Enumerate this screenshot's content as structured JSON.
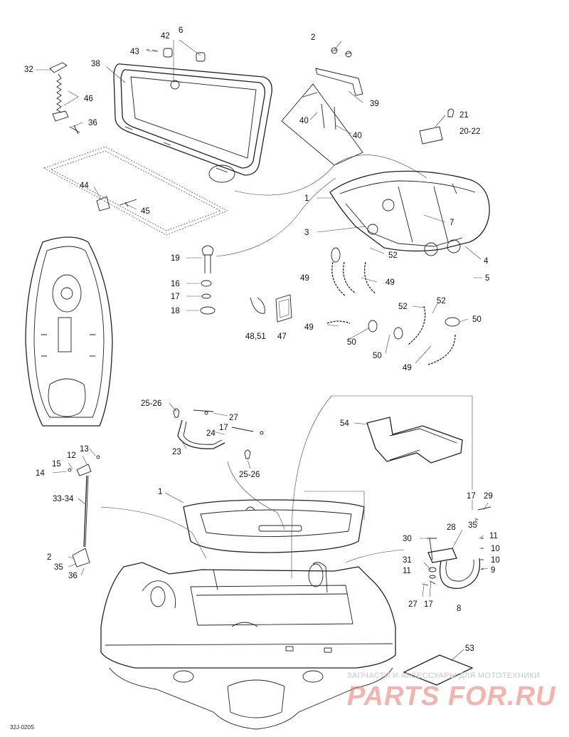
{
  "labels": [
    {
      "id": "l42",
      "text": "42"
    },
    {
      "id": "l6",
      "text": "6"
    },
    {
      "id": "l43",
      "text": "43"
    },
    {
      "id": "l2a",
      "text": "2"
    },
    {
      "id": "l32",
      "text": "32"
    },
    {
      "id": "l38",
      "text": "38"
    },
    {
      "id": "l46",
      "text": "46"
    },
    {
      "id": "l36a",
      "text": "36"
    },
    {
      "id": "l39",
      "text": "39"
    },
    {
      "id": "l40a",
      "text": "40"
    },
    {
      "id": "l40b",
      "text": "40"
    },
    {
      "id": "l21",
      "text": "21"
    },
    {
      "id": "l2022",
      "text": "20-22"
    },
    {
      "id": "l44",
      "text": "44"
    },
    {
      "id": "l45",
      "text": "45"
    },
    {
      "id": "l1a",
      "text": "1"
    },
    {
      "id": "l7",
      "text": "7"
    },
    {
      "id": "l3",
      "text": "3"
    },
    {
      "id": "l52a",
      "text": "52"
    },
    {
      "id": "l4",
      "text": "4"
    },
    {
      "id": "l5",
      "text": "5"
    },
    {
      "id": "l19",
      "text": "19"
    },
    {
      "id": "l16",
      "text": "16"
    },
    {
      "id": "l17a",
      "text": "17"
    },
    {
      "id": "l18",
      "text": "18"
    },
    {
      "id": "l49a",
      "text": "49"
    },
    {
      "id": "l49b",
      "text": "49"
    },
    {
      "id": "l52b",
      "text": "52"
    },
    {
      "id": "l52c",
      "text": "52"
    },
    {
      "id": "l50a",
      "text": "50"
    },
    {
      "id": "l4851",
      "text": "48,51"
    },
    {
      "id": "l47",
      "text": "47"
    },
    {
      "id": "l49c",
      "text": "49"
    },
    {
      "id": "l50b",
      "text": "50"
    },
    {
      "id": "l50c",
      "text": "50"
    },
    {
      "id": "l49d",
      "text": "49"
    },
    {
      "id": "l2526a",
      "text": "25-26"
    },
    {
      "id": "l27a",
      "text": "27"
    },
    {
      "id": "l17b",
      "text": "17"
    },
    {
      "id": "l24",
      "text": "24"
    },
    {
      "id": "l54",
      "text": "54"
    },
    {
      "id": "l23",
      "text": "23"
    },
    {
      "id": "l2526b",
      "text": "25-26"
    },
    {
      "id": "l13",
      "text": "13"
    },
    {
      "id": "l12",
      "text": "12"
    },
    {
      "id": "l15",
      "text": "15"
    },
    {
      "id": "l14",
      "text": "14"
    },
    {
      "id": "l3334",
      "text": "33-34"
    },
    {
      "id": "l1b",
      "text": "1"
    },
    {
      "id": "l17c",
      "text": "17"
    },
    {
      "id": "l29",
      "text": "29"
    },
    {
      "id": "l35a",
      "text": "35"
    },
    {
      "id": "l28",
      "text": "28"
    },
    {
      "id": "l11a",
      "text": "11"
    },
    {
      "id": "l30",
      "text": "30"
    },
    {
      "id": "l10a",
      "text": "10"
    },
    {
      "id": "l31",
      "text": "31"
    },
    {
      "id": "l11b",
      "text": "11"
    },
    {
      "id": "l10b",
      "text": "10"
    },
    {
      "id": "l9",
      "text": "9"
    },
    {
      "id": "l2b",
      "text": "2"
    },
    {
      "id": "l35b",
      "text": "35"
    },
    {
      "id": "l36b",
      "text": "36"
    },
    {
      "id": "l27b",
      "text": "27"
    },
    {
      "id": "l17d",
      "text": "17"
    },
    {
      "id": "l8",
      "text": "8"
    },
    {
      "id": "l53",
      "text": "53"
    }
  ],
  "watermark": {
    "caption": "ЗАПЧАСТИ И АКСЕССУАРЫ ДЛЯ МОТОТЕХНИКИ",
    "brand": "PARTS FOR.RU",
    "brand_color": "#e8776c"
  },
  "drawing_code": "32J-020S"
}
